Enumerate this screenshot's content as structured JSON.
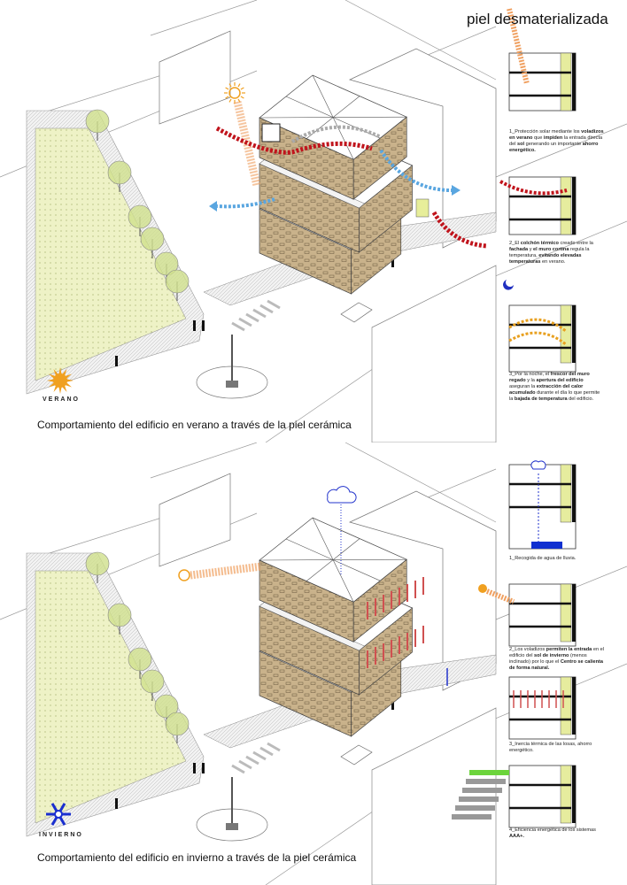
{
  "header": {
    "title": "piel desmaterializada"
  },
  "colors": {
    "facade": "#c9b28b",
    "plaza": "#eef2c6",
    "heat": "#c0141c",
    "warm": "#e8a020",
    "cool": "#5aa6e0",
    "rain": "#2233cc",
    "sun": "#f0a020",
    "snow": "#1a2fd0"
  },
  "summer": {
    "season_label": "VERANO",
    "season_icon": "sun-icon",
    "caption": "Comportamiento del edificio en verano a través de la piel cerámica",
    "notes": [
      [
        {
          "t": "1_Protección solar mediante los "
        },
        {
          "t": "voladizos en verano",
          "b": true
        },
        {
          "t": " que "
        },
        {
          "t": "impiden",
          "b": true
        },
        {
          "t": " la entrada directa del "
        },
        {
          "t": "sol",
          "b": true
        },
        {
          "t": " generando un importante "
        },
        {
          "t": "ahorro energético.",
          "b": true
        }
      ],
      [
        {
          "t": "2_El "
        },
        {
          "t": "colchón térmico",
          "b": true
        },
        {
          "t": " creado entre la "
        },
        {
          "t": "fachada",
          "b": true
        },
        {
          "t": " y "
        },
        {
          "t": "el muro cortina",
          "b": true
        },
        {
          "t": " regula la temperatura, "
        },
        {
          "t": "evitando elevadas temperaturas",
          "b": true
        },
        {
          "t": " en verano."
        }
      ],
      [
        {
          "t": "3_Por la noche, el "
        },
        {
          "t": "frescor del muro regado",
          "b": true
        },
        {
          "t": " y la "
        },
        {
          "t": "apertura del edificio",
          "b": true
        },
        {
          "t": " aseguran la "
        },
        {
          "t": "extracción del calor acumulado",
          "b": true
        },
        {
          "t": " durante el día lo que permite la "
        },
        {
          "t": "bajada de temperatura",
          "b": true
        },
        {
          "t": " del edificio."
        }
      ]
    ]
  },
  "winter": {
    "season_label": "INVIERNO",
    "season_icon": "snowflake-icon",
    "caption": "Comportamiento del edificio en invierno a través de la piel cerámica",
    "notes": [
      [
        {
          "t": "1_Recogida de agua de lluvia."
        }
      ],
      [
        {
          "t": "2_Los voladizos "
        },
        {
          "t": "permiten la entrada",
          "b": true
        },
        {
          "t": " en el edificio del "
        },
        {
          "t": "sol de invierno",
          "b": true
        },
        {
          "t": " (menos inclinado) por lo que el "
        },
        {
          "t": "Centro se calienta de forma natural.",
          "b": true
        }
      ],
      [
        {
          "t": "3_Inercia térmica de las losas, ahorro energético."
        }
      ],
      [
        {
          "t": "4_Eficiencia energética de los sistemas "
        },
        {
          "t": "AAA+.",
          "b": true
        }
      ]
    ]
  }
}
